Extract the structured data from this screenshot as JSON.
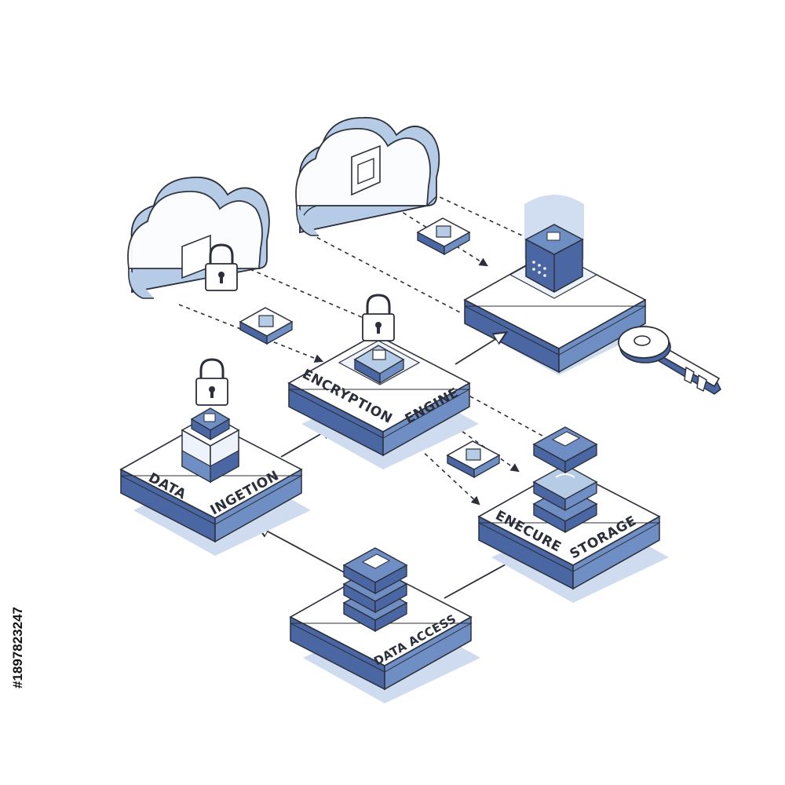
{
  "colors": {
    "outline": "#2b2f3a",
    "face_light": "#ffffff",
    "side_dark": "#4a66a3",
    "fill_light": "#b6cbe6",
    "fill_mid": "#6f8fc4",
    "shadow": "#cfdcf0"
  },
  "nodes": {
    "data_ingestion": {
      "line1": "DATA",
      "line2": "INGETION"
    },
    "encryption_engine": {
      "line1": "ENCRYPTION",
      "line2": "ENGINE"
    },
    "secure_storage": {
      "line1": "ENECURE",
      "line2": "STORAGE"
    },
    "data_access": {
      "line1": "DATA ACCESS"
    }
  },
  "icons": {
    "cloud_left": "cloud-icon",
    "cloud_right": "cloud-icon",
    "padlocks": "padlock-icon",
    "key": "key-icon",
    "servers": "server-stack-icon",
    "database": "database-cube-icon",
    "data_packets": "data-packet-icon"
  },
  "watermark": {
    "stock_id": "#1897823247"
  }
}
